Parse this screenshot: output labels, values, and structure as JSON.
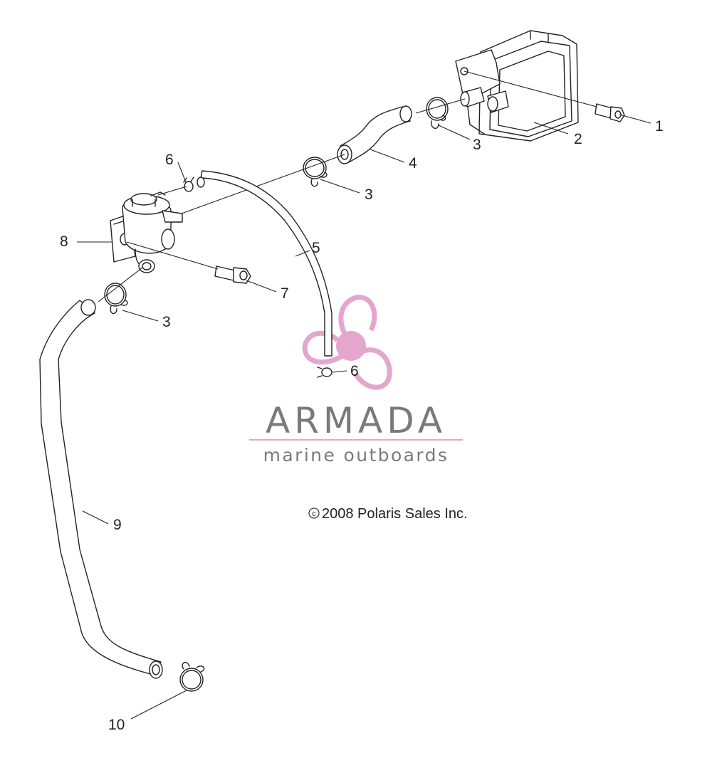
{
  "callouts": {
    "c1": "1",
    "c2": "2",
    "c3a": "3",
    "c3b": "3",
    "c3c": "3",
    "c4": "4",
    "c5": "5",
    "c6a": "6",
    "c6b": "6",
    "c7": "7",
    "c8": "8",
    "c9": "9",
    "c10": "10"
  },
  "watermark": {
    "brand": "ARMADA",
    "tagline": "marine outboards"
  },
  "copyright": {
    "symbol": "c",
    "text": "2008 Polaris Sales Inc."
  },
  "colors": {
    "line": "#222222",
    "watermark_pink": "#e4a6cc",
    "watermark_gray": "#7a7a7a"
  }
}
